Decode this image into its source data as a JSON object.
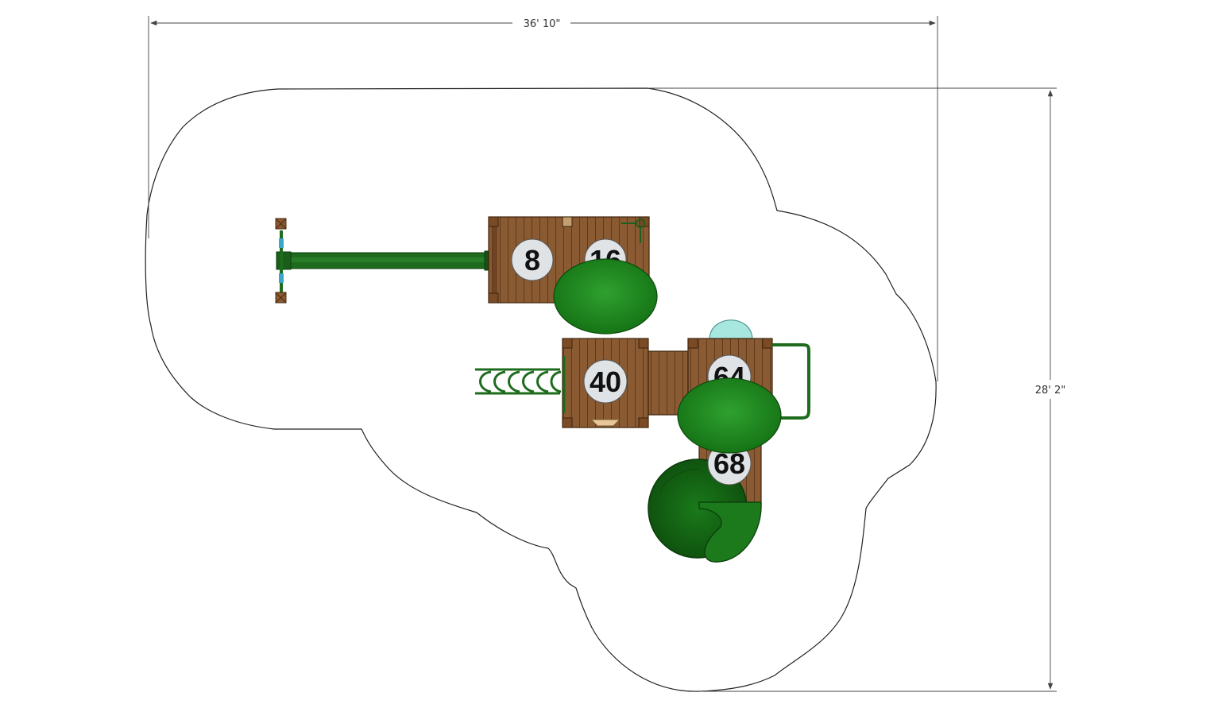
{
  "dimensions": {
    "width_label": "36' 10\"",
    "depth_label": "28' 2\""
  },
  "decks": [
    {
      "id": "deck-8",
      "label": "8"
    },
    {
      "id": "deck-16",
      "label": "16"
    },
    {
      "id": "deck-40",
      "label": "40"
    },
    {
      "id": "deck-64",
      "label": "64"
    },
    {
      "id": "deck-68",
      "label": "68"
    }
  ],
  "colors": {
    "wood": "#8a5a33",
    "wood_dark": "#5e3a1c",
    "canopy_green": "#1f8a1f",
    "frame_green": "#1e5e1e",
    "slide_green": "#176a17",
    "badge_fill": "#dfe3e6",
    "bubble_panel": "#a8e6e0",
    "swing_blue": "#3aa6c9"
  }
}
